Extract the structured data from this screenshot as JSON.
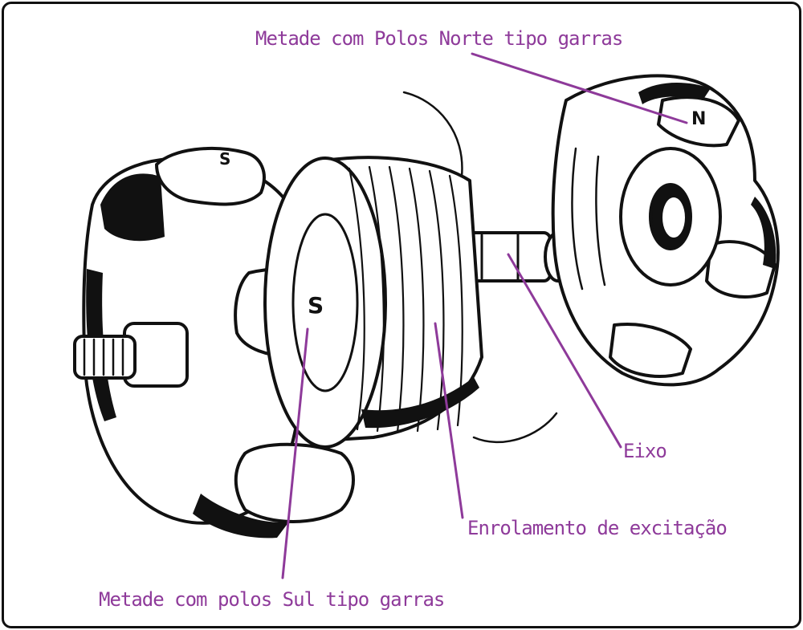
{
  "colors": {
    "annotation": "#8e3a9a",
    "ink": "#111111",
    "paper": "#ffffff"
  },
  "labels": {
    "north_half": "Metade com Polos Norte tipo garras",
    "shaft": "Eixo",
    "excitation_winding": "Enrolamento de excitação",
    "south_half": "Metade com polos Sul tipo garras"
  },
  "pole_marks": {
    "north": "N",
    "south": "S"
  }
}
